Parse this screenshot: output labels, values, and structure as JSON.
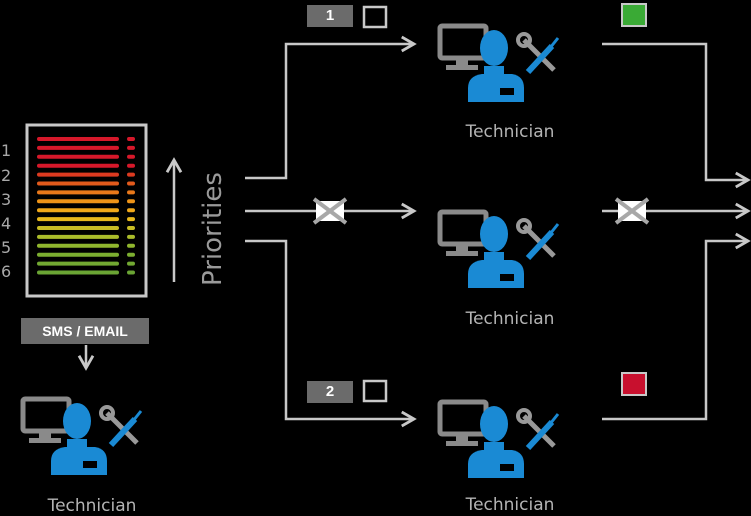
{
  "technician_label": "Technician",
  "notification_label": "SMS / EMAIL",
  "priorities_label": "Priorities",
  "priority_levels": [
    "1",
    "2",
    "3",
    "4",
    "5",
    "6"
  ],
  "queue_badges": [
    "1",
    "2"
  ],
  "colors": {
    "line": "#c8c8c8",
    "technician_blue": "#1a8ad4",
    "status_green": "#3aaa35",
    "status_red": "#c8102e",
    "badge_grey": "#6b6b6b"
  },
  "icons": [
    "monitor-icon",
    "person-icon",
    "wrench-screwdriver-icon",
    "blocked-x-icon",
    "checkbox-icon"
  ]
}
